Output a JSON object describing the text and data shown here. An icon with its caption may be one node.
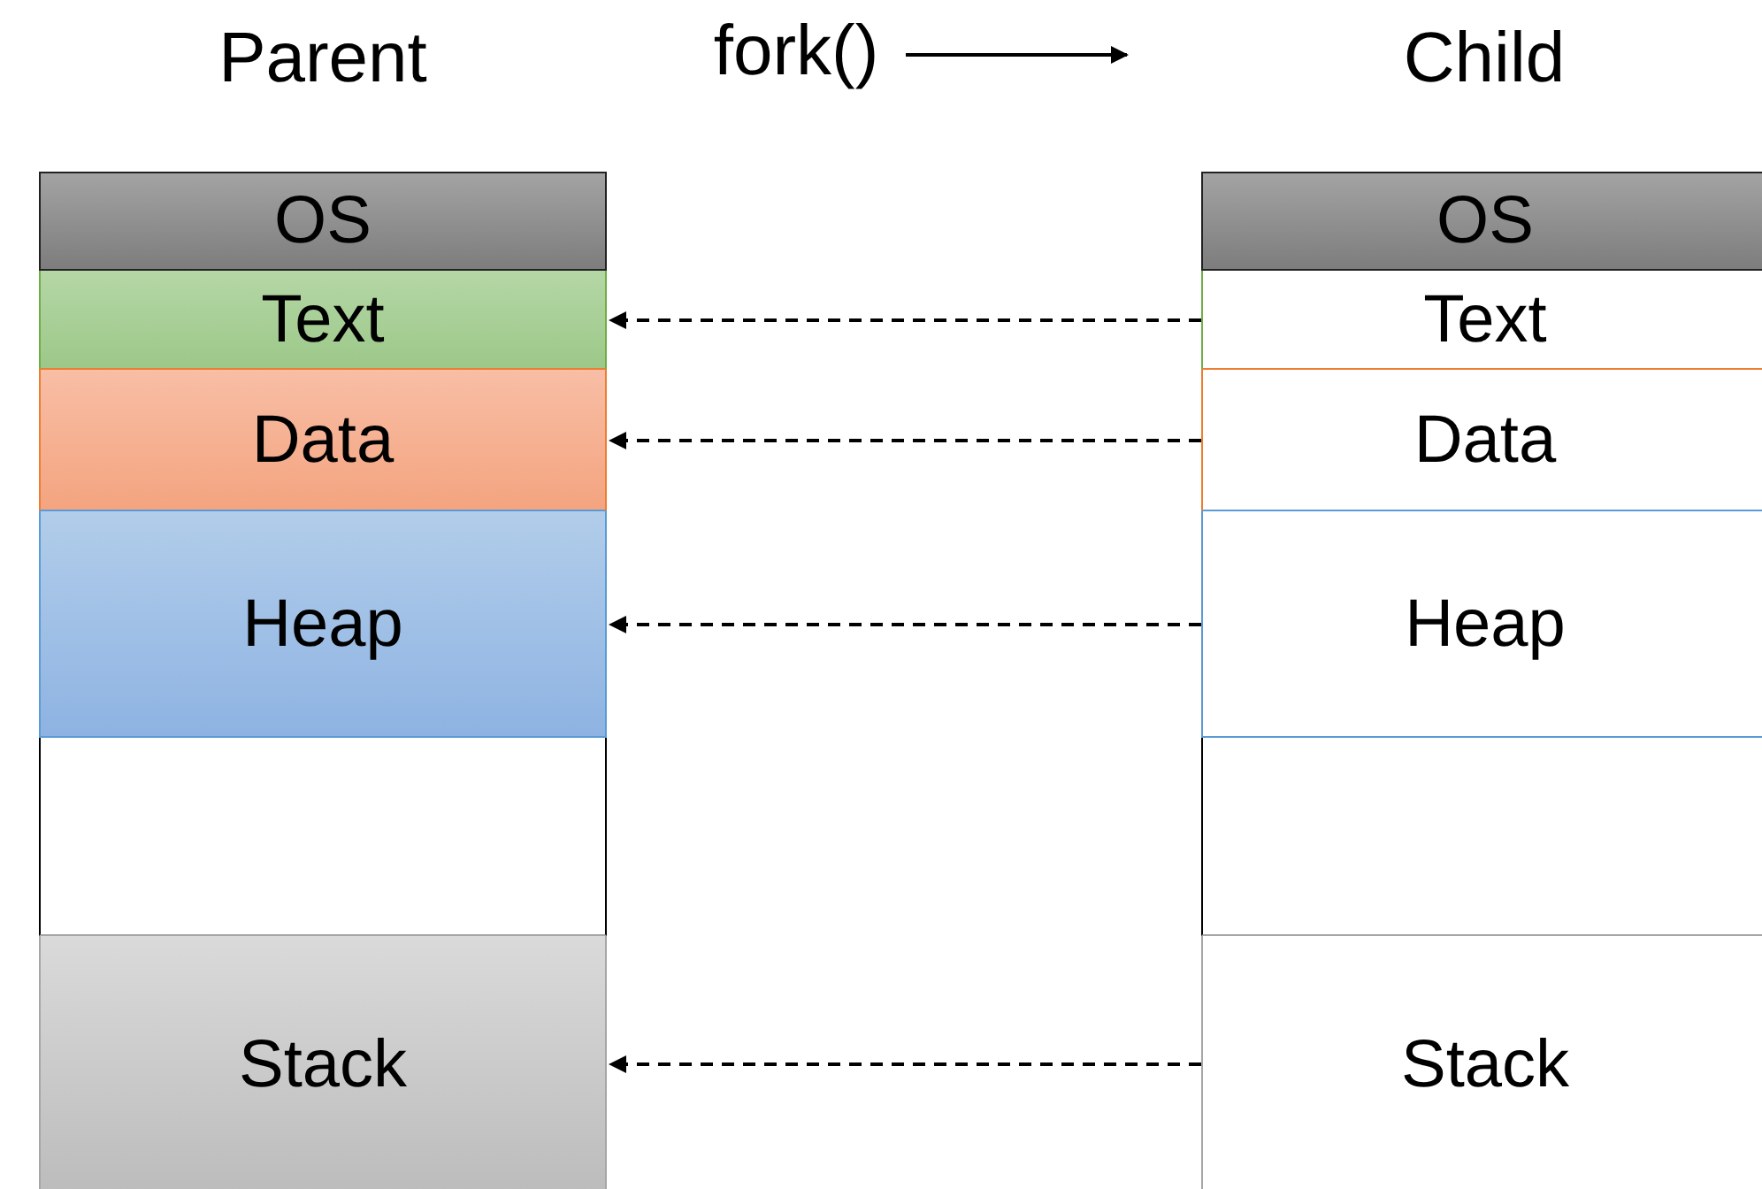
{
  "diagram": {
    "nodes": [
      {
        "text": [
          "Parent"
        ]
      },
      {
        "text": [
          "OS"
        ],
        "in": 0
      },
      {
        "text": [
          "Text"
        ],
        "in": 0
      },
      {
        "text": [
          "Data"
        ],
        "in": 0
      },
      {
        "text": [
          "Heap"
        ],
        "in": 0
      },
      {
        "text": [],
        "shape": "box",
        "in": 0
      },
      {
        "text": [
          "Stack"
        ],
        "in": 0
      },
      {
        "text": [
          "Child"
        ]
      },
      {
        "text": [
          "OS"
        ],
        "in": 7
      },
      {
        "text": [
          "Text"
        ],
        "in": 7
      },
      {
        "text": [
          "Data"
        ],
        "in": 7
      },
      {
        "text": [
          "Heap"
        ],
        "in": 7
      },
      {
        "text": [],
        "shape": "box",
        "in": 7
      },
      {
        "text": [
          "Stack"
        ],
        "in": 7
      },
      {
        "text": [
          "fork()"
        ]
      }
    ],
    "edges": [
      {
        "from": 14,
        "to": null,
        "arrow": "to"
      },
      {
        "from": 9,
        "to": 2,
        "arrow": "to",
        "style": "dashed"
      },
      {
        "from": 10,
        "to": 3,
        "arrow": "to",
        "style": "dashed"
      },
      {
        "from": 11,
        "to": 4,
        "arrow": "to",
        "style": "dashed"
      },
      {
        "from": 13,
        "to": 6,
        "arrow": "to",
        "style": "dashed"
      }
    ]
  }
}
